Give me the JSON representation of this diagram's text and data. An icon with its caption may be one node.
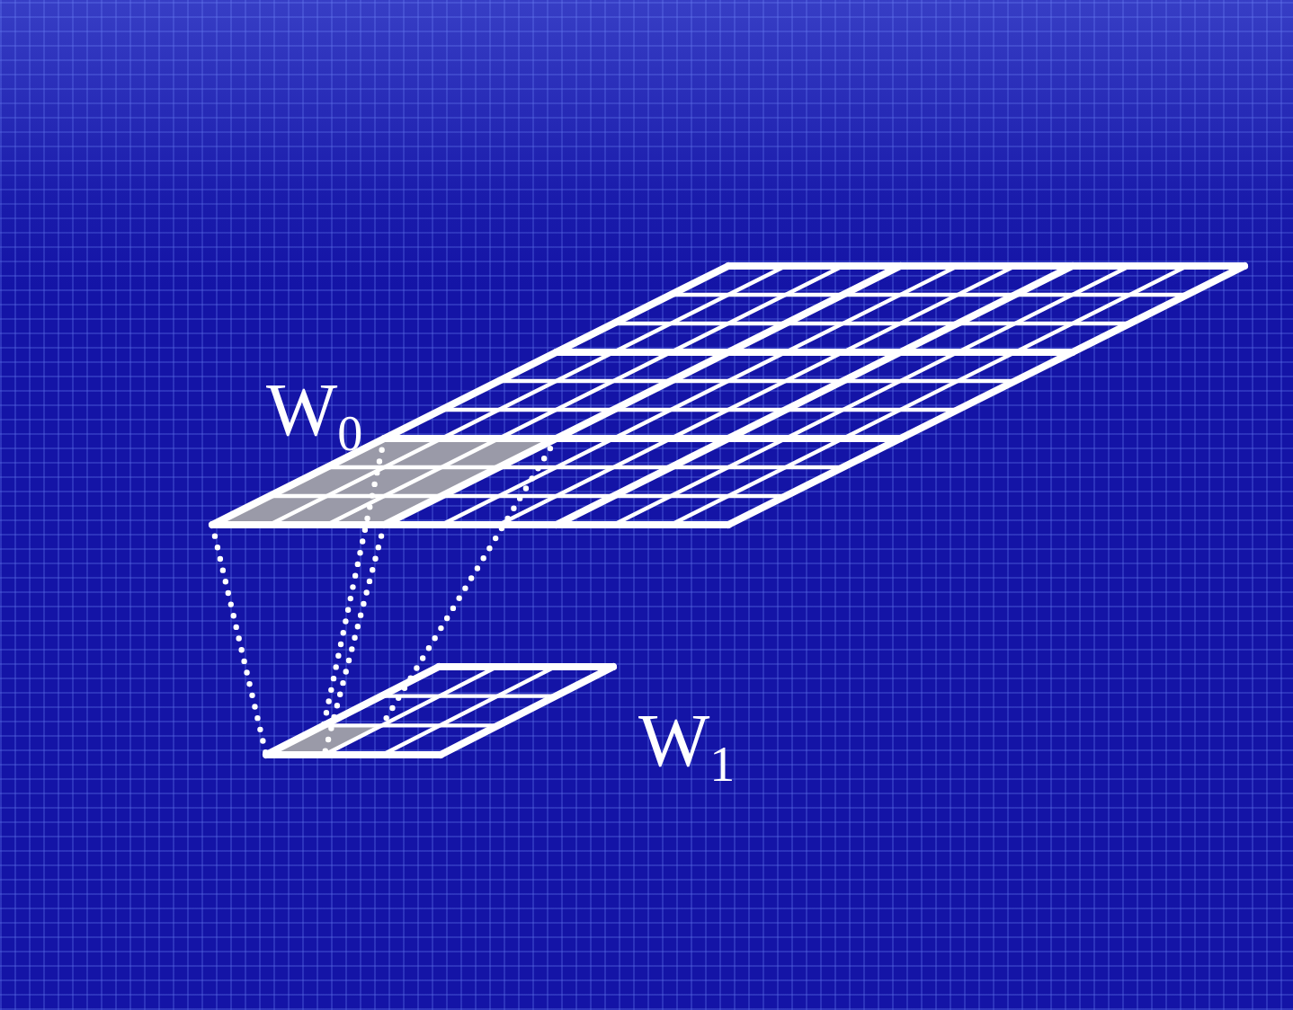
{
  "diagram": {
    "nodes": [
      {
        "text": [
          "W$_{0}$"
        ]
      },
      {
        "text": [],
        "shape": "box",
        "in": 0
      },
      {
        "text": [
          "W$_{1}$"
        ]
      },
      {
        "text": [],
        "shape": "box",
        "in": 2
      }
    ],
    "edges": [
      {
        "from": 1,
        "to": 3,
        "arrow": "none",
        "style": "dashed"
      },
      {
        "from": 1,
        "to": 3,
        "arrow": "none",
        "style": "dashed"
      },
      {
        "from": 1,
        "to": 3,
        "arrow": "none",
        "style": "dashed"
      },
      {
        "from": 1,
        "to": 3,
        "arrow": "none",
        "style": "dashed"
      }
    ]
  }
}
